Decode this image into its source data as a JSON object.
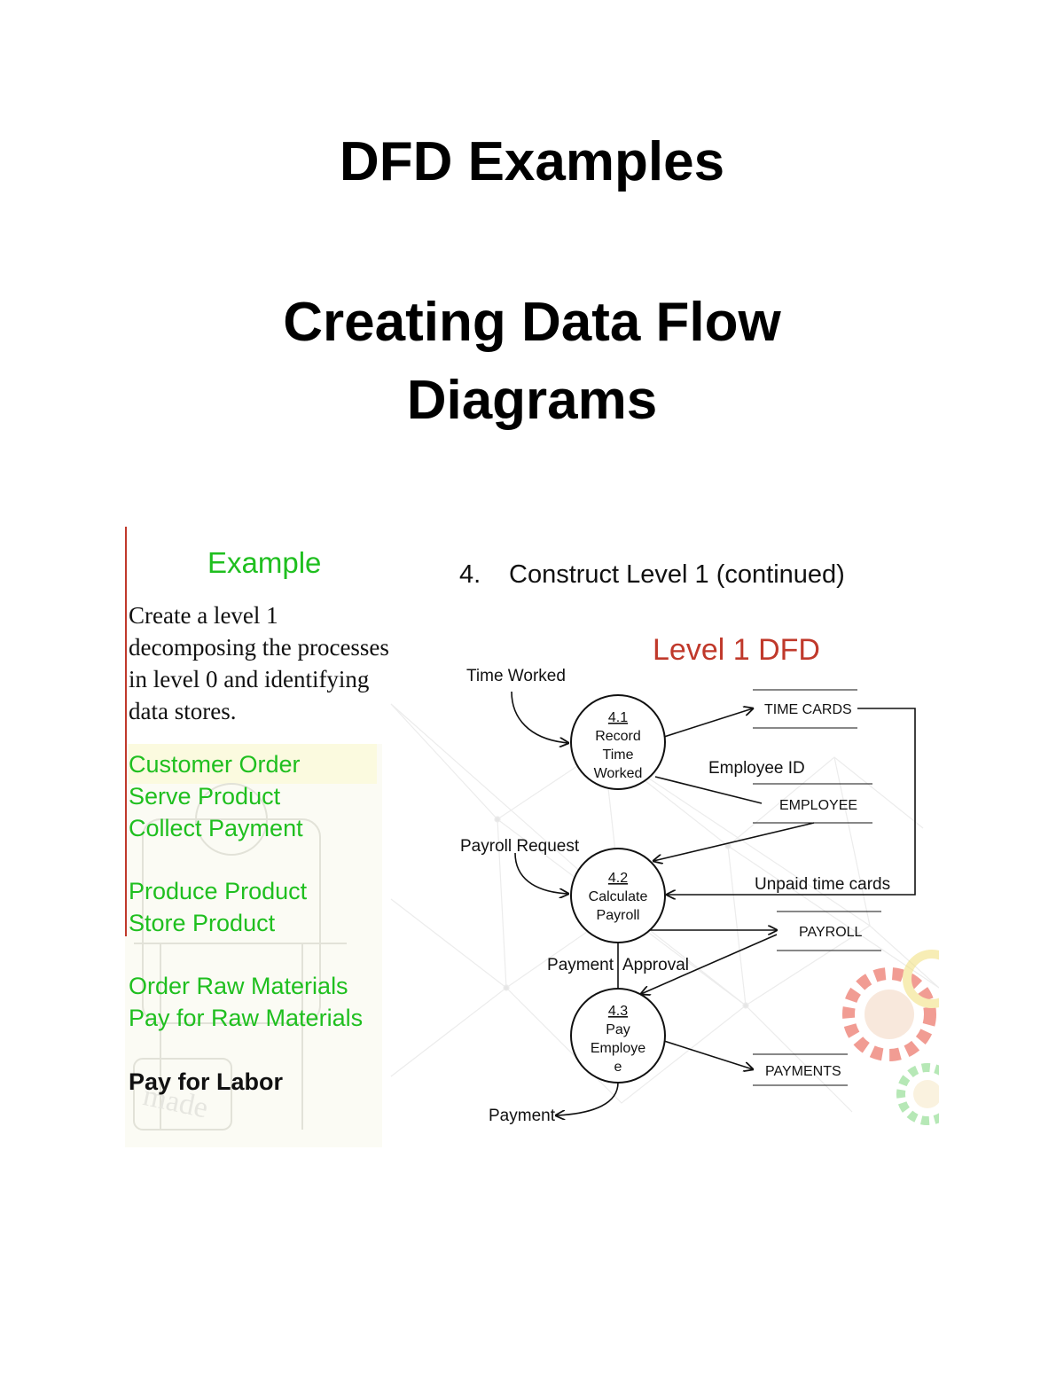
{
  "page": {
    "title_line1": "DFD Examples",
    "title_line2": "Creating Data Flow",
    "title_line3": "Diagrams"
  },
  "slide": {
    "example_heading": "Example",
    "instruction_lines": [
      "Create a level 1",
      "decomposing the processes",
      "in level 0 and identifying",
      "data stores."
    ],
    "process_groups": {
      "group1": [
        "Customer Order",
        "Serve Product",
        "Collect Payment"
      ],
      "group2": [
        "Produce Product",
        "Store Product"
      ],
      "group3": [
        "Order Raw Materials",
        "Pay for Raw Materials"
      ],
      "group4": [
        "Pay for Labor"
      ]
    },
    "step_number": "4.",
    "step_text": "Construct Level 1 (continued)",
    "dfd_title": "Level 1 DFD",
    "colors": {
      "green": "#1fbf1f",
      "red": "#c0392b"
    }
  },
  "dfd": {
    "processes": [
      {
        "id": "4.1",
        "lines": [
          "Record",
          "Time",
          "Worked"
        ]
      },
      {
        "id": "4.2",
        "lines": [
          "Calculate",
          "Payroll"
        ]
      },
      {
        "id": "4.3",
        "lines": [
          "Pay",
          "Employe",
          "e"
        ]
      }
    ],
    "stores": {
      "time_cards": "TIME CARDS",
      "employee": "EMPLOYEE",
      "payroll": "PAYROLL",
      "payments": "PAYMENTS"
    },
    "flows": {
      "time_worked": "Time Worked",
      "employee_id": "Employee ID",
      "payroll_request": "Payroll Request",
      "unpaid_time_cards": "Unpaid time cards",
      "payment_approval_left": "Payment",
      "payment_approval_right": "Approval",
      "payment": "Payment"
    }
  }
}
